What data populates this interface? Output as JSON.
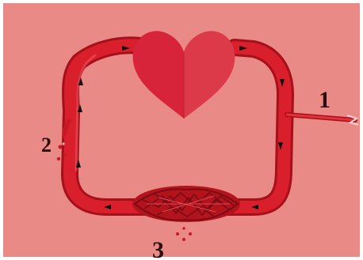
{
  "labels": {
    "one": "1",
    "two": "2",
    "three": "3"
  },
  "colors": {
    "background": "#e98a86",
    "border": "#ffffff",
    "vessel": "#d91f2c",
    "vessel_dark": "#a5101a",
    "heart_left": "#d8243a",
    "heart_right": "#dc3a48",
    "capillary": "#7a0c14",
    "label": "#2a0d0d"
  }
}
